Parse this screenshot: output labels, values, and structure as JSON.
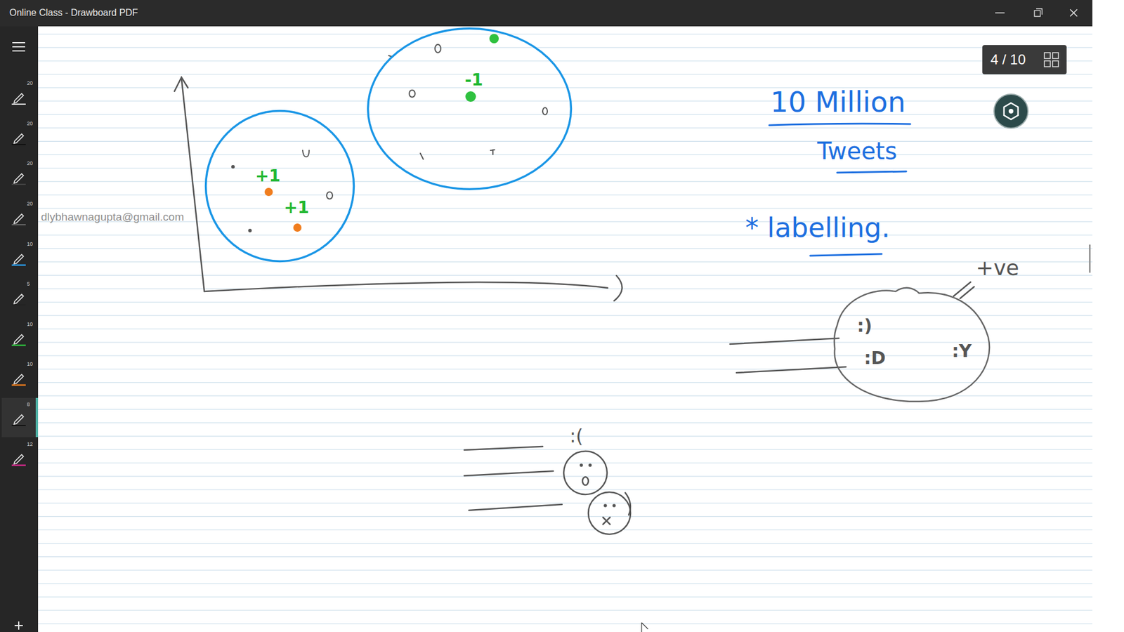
{
  "diagram": {
    "title": "Online Class - Drawboard PDF",
    "nodes": [
      {
        "text": [
          "+1",
          "+1"
        ]
      },
      {
        "text": [
          "-1"
        ]
      },
      {
        "text": [
          ":)",
          ":D",
          ":Y"
        ]
      }
    ],
    "labels": [
      "4 / 10",
      "dlybhawnagupta@gmail.com",
      "10 Million",
      "Tweets",
      "* labelling.",
      "+ve",
      ":(",
      "20",
      "20",
      "20",
      "20",
      "10",
      "5",
      "10",
      "10",
      "8",
      "12"
    ]
  }
}
